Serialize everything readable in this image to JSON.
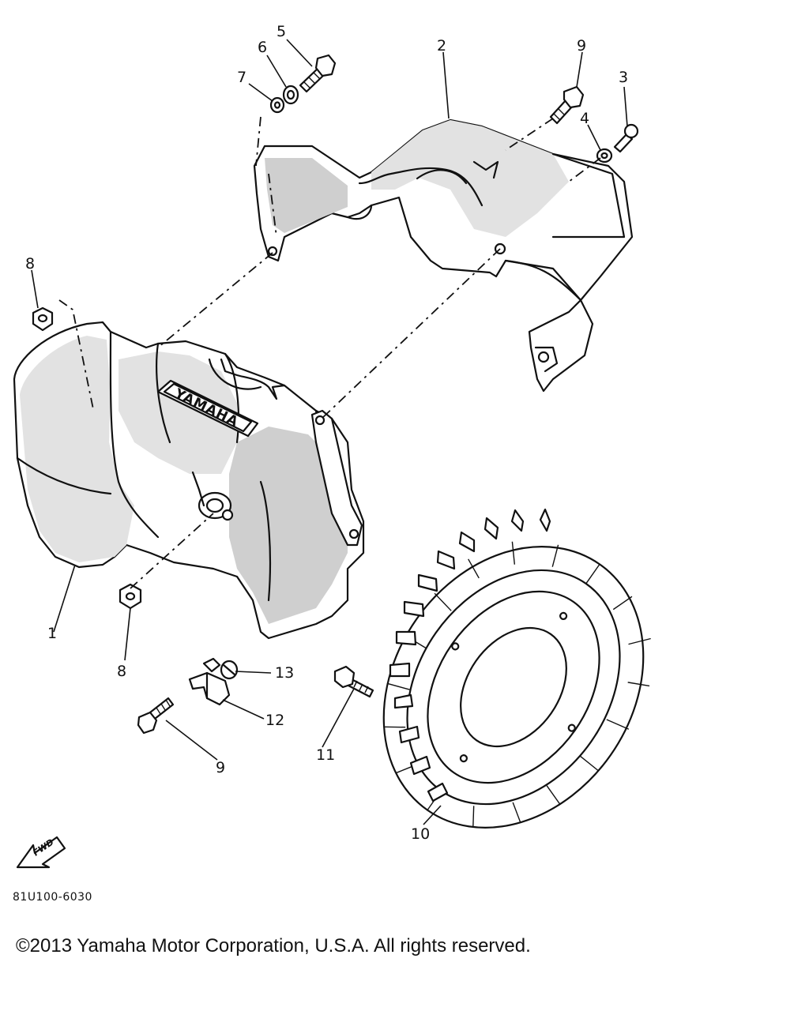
{
  "diagram": {
    "callouts": [
      "1",
      "2",
      "3",
      "4",
      "5",
      "6",
      "7",
      "8",
      "8",
      "9",
      "9",
      "10",
      "11",
      "12",
      "13"
    ],
    "logo_text": "YAMAHA",
    "fwd_label": "FWD",
    "code": "81U100-6030"
  },
  "footer": {
    "copyright": "©2013 Yamaha Motor Corporation, U.S.A. All rights reserved."
  }
}
